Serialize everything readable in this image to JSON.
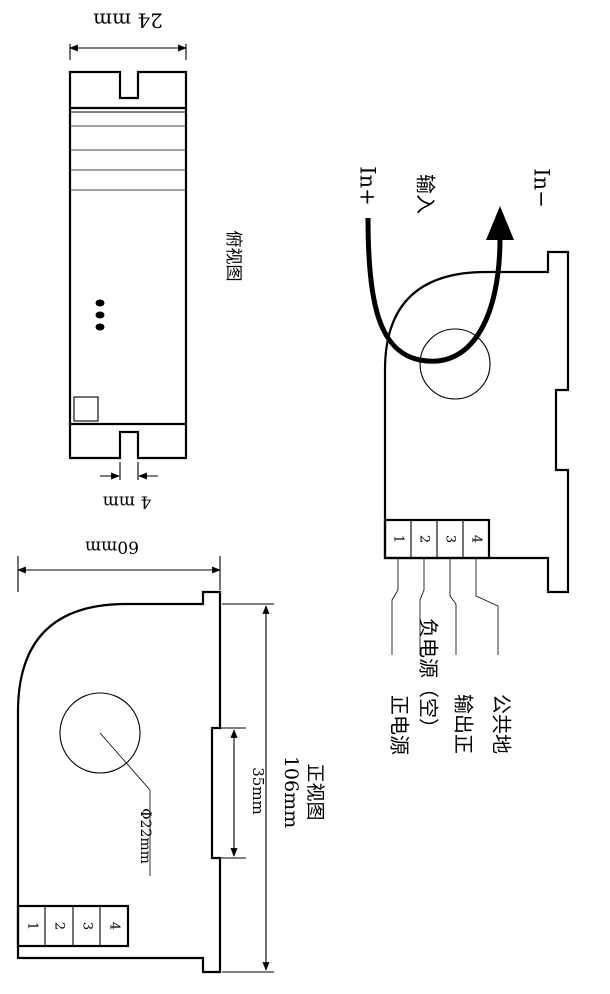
{
  "top_view": {
    "width_dim": "24 mm",
    "slot_dim": "4 mm",
    "caption": "俯视图"
  },
  "front_view": {
    "width_dim": "60mm",
    "height_dim": "106mm",
    "height_caption": "正视图",
    "hole_dim": "Φ22mm",
    "slot_dim": "35mm",
    "terminals": [
      "1",
      "2",
      "3",
      "4"
    ]
  },
  "wiring_view": {
    "in_plus": "In+",
    "in_minus": "In−",
    "input_caption": "输入",
    "terminals": [
      "1",
      "2",
      "3",
      "4"
    ],
    "pins": [
      "正电源",
      "负电源（空）",
      "输出正",
      "公共地"
    ]
  }
}
